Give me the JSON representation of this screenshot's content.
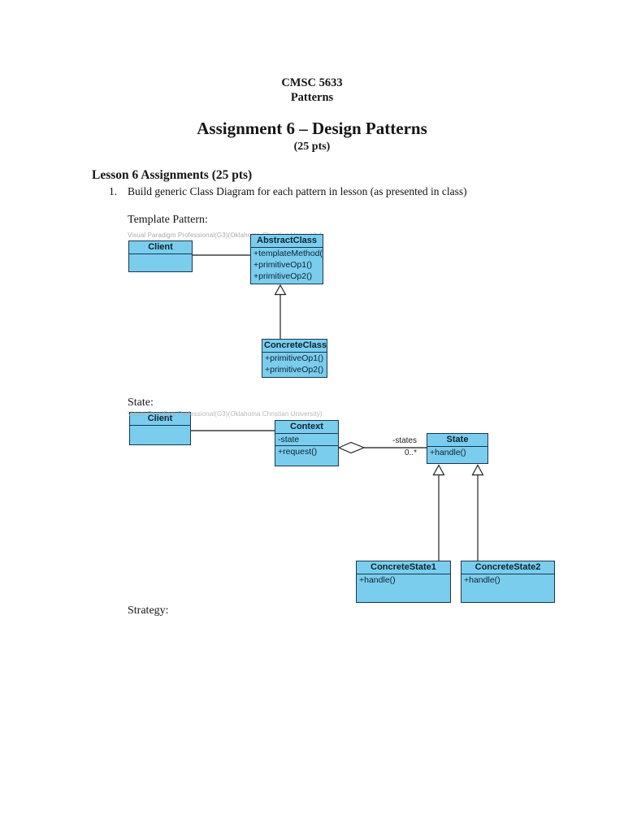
{
  "document": {
    "course_code": "CMSC 5633",
    "course_name": "Patterns",
    "assignment_title": "Assignment 6 – Design Patterns",
    "assignment_points": "(25 pts)",
    "lesson_heading": "Lesson 6 Assignments (25 pts)",
    "item_number": "1.",
    "item_text": "Build generic Class Diagram for each pattern in lesson (as presented in class)",
    "template_label": "Template Pattern:",
    "state_label": "State:",
    "strategy_label": "Strategy:",
    "watermark_text": "Visual Paradigm Professional(G3)(Oklahoma Christian University)"
  },
  "colors": {
    "class_fill": "#7BCDEE",
    "class_border": "#16384E",
    "connector_line": "#3D3D3D",
    "watermark_gray": "#ABABAB",
    "page_background": "#FFFFFF"
  },
  "template_diagram": {
    "client": {
      "name": "Client"
    },
    "abstract_class": {
      "name": "AbstractClass",
      "methods": [
        "+templateMethod()",
        "+primitiveOp1()",
        "+primitiveOp2()"
      ]
    },
    "concrete_class": {
      "name": "ConcreteClass",
      "methods": [
        "+primitiveOp1()",
        "+primitiveOp2()"
      ]
    }
  },
  "state_diagram": {
    "client": {
      "name": "Client"
    },
    "context": {
      "name": "Context",
      "attributes": [
        "-state"
      ],
      "methods": [
        "+request()"
      ]
    },
    "state": {
      "name": "State",
      "methods": [
        "+handle()"
      ]
    },
    "concrete_state1": {
      "name": "ConcreteState1",
      "methods": [
        "+handle()"
      ]
    },
    "concrete_state2": {
      "name": "ConcreteState2",
      "methods": [
        "+handle()"
      ]
    },
    "role_label": "-states",
    "multiplicity_label": "0..*"
  }
}
